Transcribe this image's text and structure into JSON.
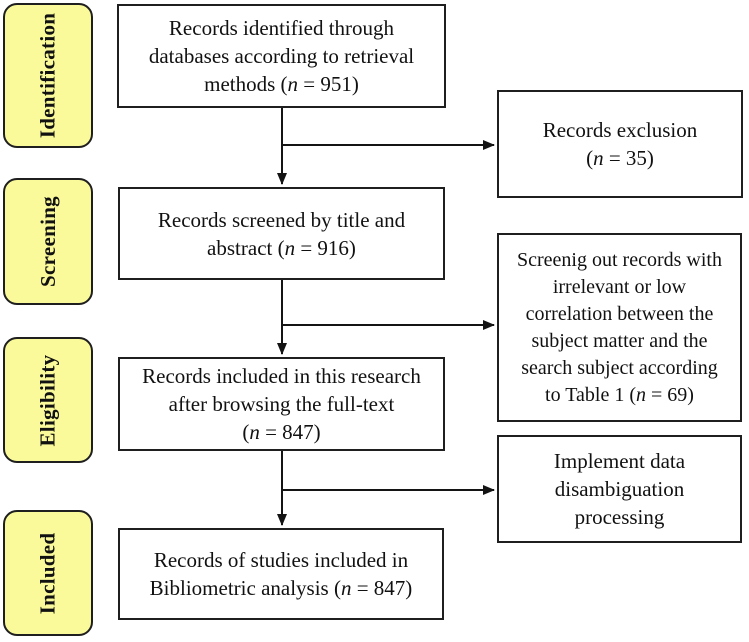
{
  "stages": [
    {
      "label": "Identification"
    },
    {
      "label": "Screening"
    },
    {
      "label": "Eligibility"
    },
    {
      "label": "Included"
    }
  ],
  "boxes": {
    "identified": {
      "line1": "Records identified through",
      "line2": "databases according to retrieval",
      "line3_pre": "methods (",
      "n": "n",
      "line3_post": " = 951)"
    },
    "screened": {
      "line1": "Records screened by title and",
      "line2_pre": "abstract (",
      "n": "n",
      "line2_post": " = 916)"
    },
    "eligible": {
      "line1": "Records included in this research",
      "line2": "after browsing the full-text",
      "line3_pre": "(",
      "n": "n",
      "line3_post": " = 847)"
    },
    "included": {
      "line1": "Records of studies included in",
      "line2_pre": "Bibliometric analysis (",
      "n": "n",
      "line2_post": " = 847)"
    },
    "exclusion": {
      "line1": "Records exclusion",
      "line2_pre": "(",
      "n": "n",
      "line2_post": " = 35)"
    },
    "screening_out": {
      "line1": "Screenig out records with",
      "line2": "irrelevant or low",
      "line3": "correlation between the",
      "line4": "subject matter and the",
      "line5": "search subject according",
      "line6_pre": "to Table 1 (",
      "n": "n",
      "line6_post": " = 69)"
    },
    "disambiguation": {
      "line1": "Implement data",
      "line2": "disambiguation",
      "line3": "processing"
    }
  },
  "colors": {
    "stage_fill": "#FAFA9B",
    "box_fill": "#ffffff",
    "stroke": "#1f1f1f"
  }
}
